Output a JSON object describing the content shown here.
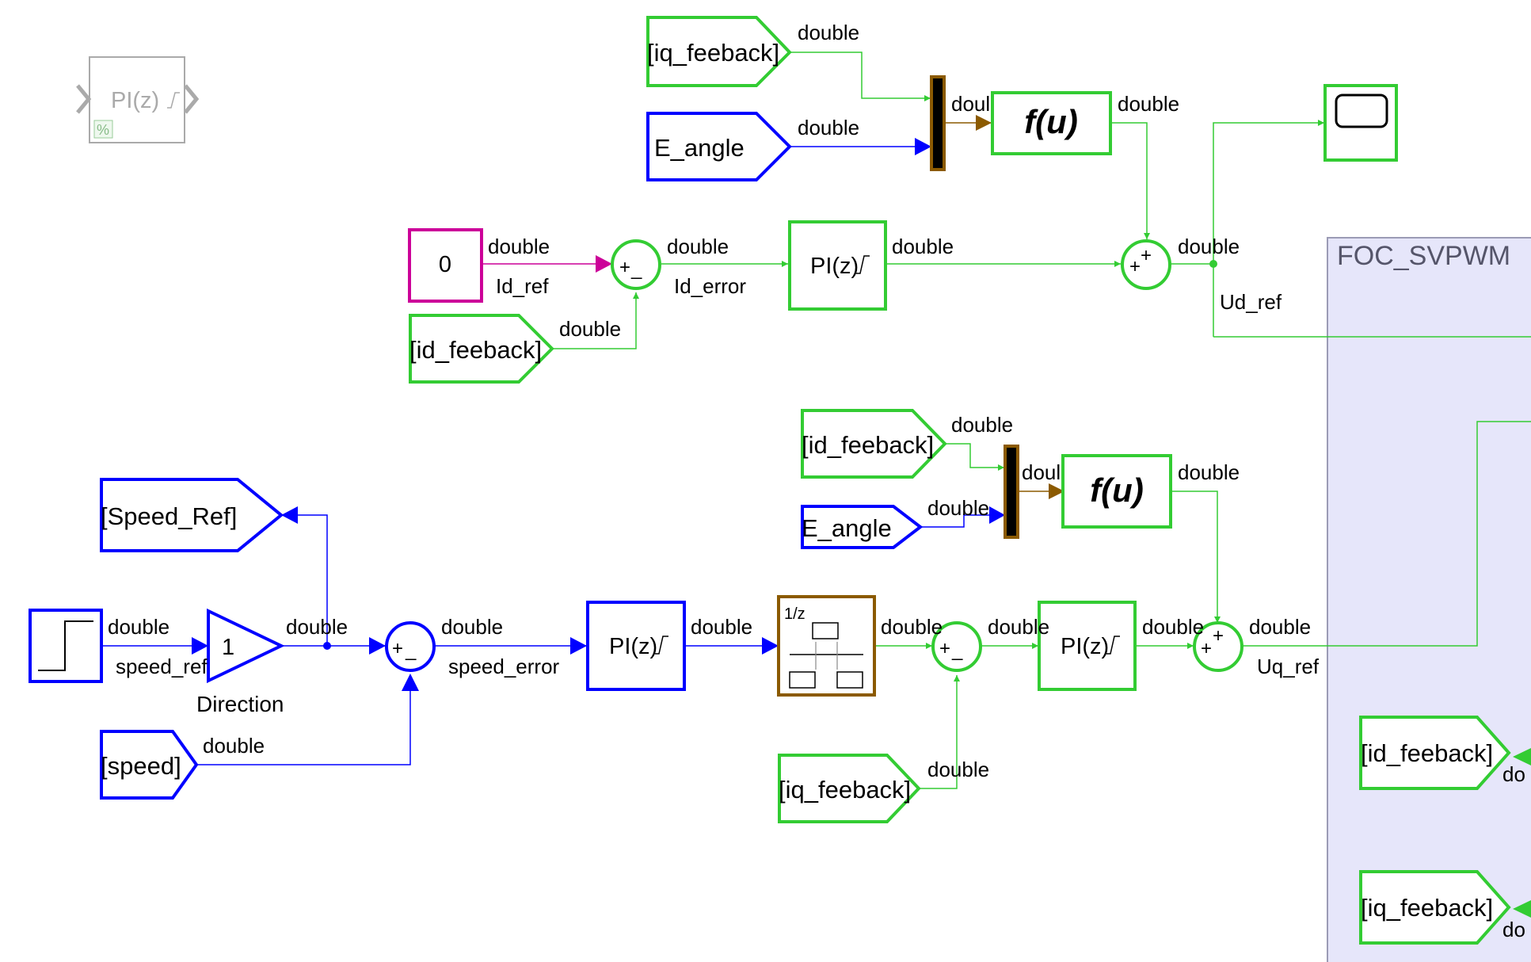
{
  "colors": {
    "green": "#33cc33",
    "blue": "#0000ff",
    "magenta": "#cc0099",
    "brown": "#8b5a00",
    "subsystem_fill": "#e6e6fa",
    "ghost": "#aaaaaa"
  },
  "diagram": {
    "ghost_block_label": "PI(z)",
    "percent_badge": "%",
    "subsystem_title": "FOC_SVPWM",
    "gotos": {
      "iq_feeback_top": "[iq_feeback]",
      "e_angle_top": "E_angle",
      "id_feeback_mid": "[id_feeback]",
      "id_feeback_right": "[id_feeback]",
      "e_angle_right": "E_angle",
      "speed_ref": "[Speed_Ref]",
      "speed": "[speed]",
      "iq_feeback_bottom": "[iq_feeback]",
      "id_feeback_sub": "[id_feeback]",
      "iq_feeback_sub": "[iq_feeback]"
    },
    "blocks": {
      "constant_value": "0",
      "fcn_top": "f(u)",
      "fcn_bottom": "f(u)",
      "pi_id": "PI(z)",
      "pi_speed": "PI(z)",
      "pi_iq": "PI(z)",
      "gain_value": "1",
      "gain_name": "Direction",
      "rate_transition": "1/z"
    },
    "signals": {
      "dtype": "double",
      "dtype_trunc": "doul",
      "sub_dtype_trunc": "do",
      "id_ref": "Id_ref",
      "id_error": "Id_error",
      "ud_ref": "Ud_ref",
      "speed_ref": "speed_ref",
      "speed_error": "speed_error",
      "uq_ref": "Uq_ref"
    },
    "sum_signs": {
      "plus": "+",
      "minus": "_"
    }
  }
}
